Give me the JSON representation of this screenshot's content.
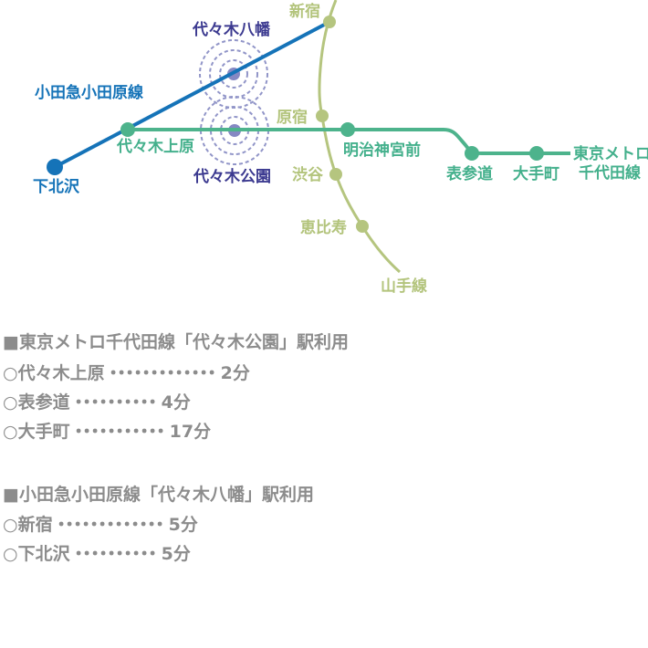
{
  "map": {
    "lines": {
      "odakyu": {
        "label": "小田急小田原線",
        "color": "#1573b8"
      },
      "chiyoda": {
        "label_line1": "東京メトロ",
        "label_line2": "千代田線",
        "color": "#4db38c"
      },
      "yamanote": {
        "label": "山手線",
        "color": "#b5c57f"
      }
    },
    "stations": {
      "shinjuku": {
        "label": "新宿"
      },
      "yoyogi_hachiman": {
        "label": "代々木八幡"
      },
      "yoyogi_uehara": {
        "label": "代々木上原"
      },
      "shimokitazawa": {
        "label": "下北沢"
      },
      "yoyogi_koen": {
        "label": "代々木公園"
      },
      "harajuku": {
        "label": "原宿"
      },
      "meiji_jingumae": {
        "label": "明治神宮前"
      },
      "shibuya": {
        "label": "渋谷"
      },
      "ebisu": {
        "label": "恵比寿"
      },
      "omotesando": {
        "label": "表参道"
      },
      "otemachi": {
        "label": "大手町"
      }
    }
  },
  "info": {
    "block1": {
      "title": "■東京メトロ千代田線「代々木公園」駅利用",
      "rows": [
        {
          "prefix": "○",
          "station": "代々木上原",
          "leader": "・・・・・・・・・・・・・",
          "time": "2分"
        },
        {
          "prefix": "○",
          "station": "表参道",
          "leader": "・・・・・・・・・・",
          "time": "4分"
        },
        {
          "prefix": "○",
          "station": "大手町",
          "leader": "・・・・・・・・・・・",
          "time": "17分"
        }
      ]
    },
    "block2": {
      "title": "■小田急小田原線「代々木八幡」駅利用",
      "rows": [
        {
          "prefix": "○",
          "station": "新宿",
          "leader": "・・・・・・・・・・・・・",
          "time": "5分"
        },
        {
          "prefix": "○",
          "station": "下北沢",
          "leader": "・・・・・・・・・・",
          "time": "5分"
        }
      ]
    }
  },
  "palette": {
    "odakyu_blue": "#1573b8",
    "chiyoda_green": "#4db38c",
    "yamanote_yellow_green": "#b5c57f",
    "station_area_purple": "#3c3a90",
    "coverage_ring_lavender": "#9195c8",
    "coverage_dot_lavender": "#8588c3",
    "info_text_gray": "#8c8c8c",
    "background": "#ffffff"
  }
}
